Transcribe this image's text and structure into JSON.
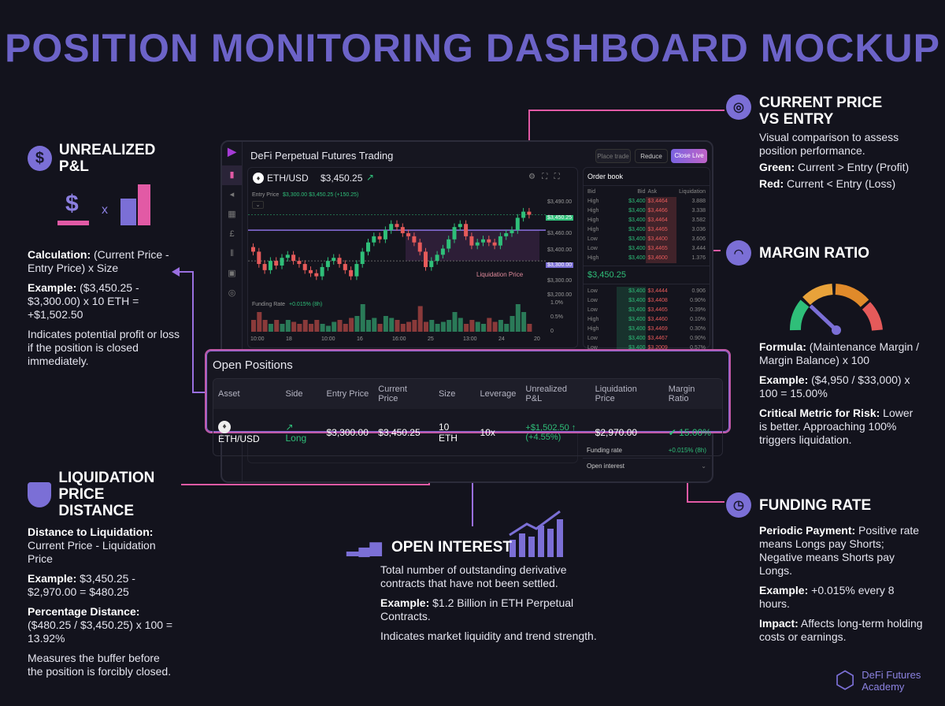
{
  "title": "POSITION MONITORING DASHBOARD MOCKUP",
  "app": {
    "title": "DeFi Perpetual Futures Trading",
    "btn1": "Place trade",
    "btn2": "Reduce",
    "btn3": "Close Live",
    "pair": "ETH/USD",
    "price": "$3,450.25",
    "entry_label": "Entry Price",
    "entry_vals": "$3,300.00  $3,450.25 (+150.25)",
    "liq_label": "Liquidation Price",
    "funding_label": "Funding Rate",
    "funding_val": "+0.015% (8h)",
    "price_ticks": [
      "$3,490.00",
      "$3,450.25",
      "$3,460.00",
      "$3,400.00",
      "$3,300.00",
      "$3,300.00",
      "$3,200.00"
    ],
    "vol_ticks": [
      "1.0%",
      "0.5%",
      "0"
    ],
    "time_ticks": [
      "10:00",
      "18",
      "10:00",
      "16",
      "16:00",
      "25",
      "13:00",
      "24",
      "20"
    ]
  },
  "orderbook": {
    "title": "Order book",
    "headers": [
      "Bid",
      "Bid",
      "Ask",
      "Liquidation"
    ],
    "asks": [
      [
        "High",
        "$3,400",
        "$3,4464",
        "3.888"
      ],
      [
        "High",
        "$3,400",
        "$3,4466",
        "3.338"
      ],
      [
        "High",
        "$3,400",
        "$3,4464",
        "3.582"
      ],
      [
        "High",
        "$3,400",
        "$3,4465",
        "3.036"
      ],
      [
        "Low",
        "$3,400",
        "$3,4400",
        "3.606"
      ],
      [
        "Low",
        "$3,400",
        "$3,4465",
        "3.444"
      ],
      [
        "High",
        "$3,400",
        "$3,4600",
        "1.376"
      ]
    ],
    "mid": "$3,450.25",
    "bids": [
      [
        "Low",
        "$3,400",
        "$3,4444",
        "0.906"
      ],
      [
        "Low",
        "$3,400",
        "$3,4408",
        "0.90%"
      ],
      [
        "Low",
        "$3,400",
        "$3,4465",
        "0.39%"
      ],
      [
        "High",
        "$3,400",
        "$3,4460",
        "0.10%"
      ],
      [
        "High",
        "$3,400",
        "$3,4469",
        "0.30%"
      ],
      [
        "Low",
        "$3,400",
        "$3,4467",
        "0.90%"
      ],
      [
        "Low",
        "$3,400",
        "$3,2009",
        "0.57%"
      ]
    ],
    "funding_label": "Funding rate",
    "funding_val": "+0.015% (8h)",
    "oi_label": "Open interest"
  },
  "positions": {
    "title": "Open Positions",
    "headers": [
      "Asset",
      "Side",
      "Entry Price",
      "Current Price",
      "Size",
      "Leverage",
      "Unrealized P&L",
      "Liquidation Price",
      "Margin Ratio"
    ],
    "row": {
      "asset": "ETH/USD",
      "side": "↗ Long",
      "entry": "$3,300.00",
      "current": "$3,450.25",
      "size": "10 ETH",
      "leverage": "10x",
      "pnl": "+$1,502.50 ↑",
      "pnl_pct": "(+4.55%)",
      "liq": "$2,970.00",
      "margin": "15.00%"
    }
  },
  "pnl": {
    "title": "UNREALIZED P&L",
    "symbol": "$",
    "x": "x",
    "calc_b": "Calculation:",
    "calc": " (Current Price - Entry Price) x Size",
    "ex_b": "Example:",
    "ex": " ($3,450.25 - $3,300.00) x 10 ETH = +$1,502.50",
    "note": "Indicates potential profit or loss if the position is closed immediately."
  },
  "liq": {
    "title1": "LIQUIDATION",
    "title2": "PRICE DISTANCE",
    "d_b": "Distance to Liquidation:",
    "d": " Current Price - Liquidation Price",
    "ex_b": "Example:",
    "ex": " $3,450.25 - $2,970.00 = $480.25",
    "p_b": "Percentage Distance:",
    "p": " ($480.25 / $3,450.25) x 100 = 13.92%",
    "note": "Measures the buffer before the position is forcibly closed."
  },
  "oi": {
    "title": "OPEN INTEREST",
    "desc": "Total number of outstanding derivative contracts that have not been settled.",
    "ex_b": "Example:",
    "ex": " $1.2 Billion in ETH Perpetual Contracts.",
    "note": "Indicates market liquidity and trend strength."
  },
  "cpe": {
    "title1": "CURRENT PRICE",
    "title2": "VS ENTRY",
    "desc": "Visual comparison to assess position performance.",
    "g_b": "Green:",
    "g": " Current > Entry (Profit)",
    "r_b": "Red:",
    "r": " Current < Entry (Loss)"
  },
  "mr": {
    "title": "MARGIN RATIO",
    "f_b": "Formula:",
    "f": " (Maintenance Margin / Margin Balance) x 100",
    "ex_b": "Example:",
    "ex": " ($4,950 / $33,000) x 100 = 15.00%",
    "c_b": "Critical Metric for Risk:",
    "c": " Lower is better. Approaching 100% triggers liquidation.",
    "gauge_value": 0.15
  },
  "fr": {
    "title": "FUNDING RATE",
    "p_b": "Periodic Payment:",
    "p": " Positive rate means Longs pay Shorts; Negative means Shorts pay Longs.",
    "ex_b": "Example:",
    "ex": " +0.015% every 8 hours.",
    "i_b": "Impact:",
    "i": " Affects long-term holding costs or earnings."
  },
  "brand": {
    "line1": "DeFi Futures",
    "line2": "Academy"
  },
  "colors": {
    "accent": "#6c63c8",
    "pink": "#e25aa5",
    "green": "#2fbf79",
    "red": "#e55a5a"
  },
  "chart_data": {
    "type": "candlestick",
    "ylim": [
      3180,
      3500
    ],
    "closes": [
      3330,
      3290,
      3270,
      3300,
      3285,
      3310,
      3320,
      3300,
      3290,
      3270,
      3260,
      3250,
      3280,
      3300,
      3310,
      3290,
      3270,
      3250,
      3290,
      3330,
      3360,
      3380,
      3370,
      3400,
      3420,
      3410,
      3390,
      3380,
      3360,
      3330,
      3280,
      3300,
      3320,
      3340,
      3370,
      3410,
      3420,
      3380,
      3350,
      3360,
      3370,
      3360,
      3350,
      3380,
      3390,
      3400,
      3440,
      3460,
      3450
    ],
    "volumes": [
      0.3,
      0.5,
      0.3,
      0.2,
      0.3,
      0.2,
      0.3,
      0.25,
      0.2,
      0.3,
      0.2,
      0.3,
      0.2,
      0.15,
      0.25,
      0.3,
      0.2,
      0.35,
      0.4,
      0.7,
      0.3,
      0.35,
      0.2,
      0.4,
      0.35,
      0.3,
      0.2,
      0.25,
      0.3,
      0.65,
      0.25,
      0.3,
      0.2,
      0.25,
      0.3,
      0.5,
      0.35,
      0.2,
      0.3,
      0.25,
      0.2,
      0.35,
      0.25,
      0.3,
      0.2,
      0.4,
      0.7,
      0.5,
      0.2
    ]
  }
}
